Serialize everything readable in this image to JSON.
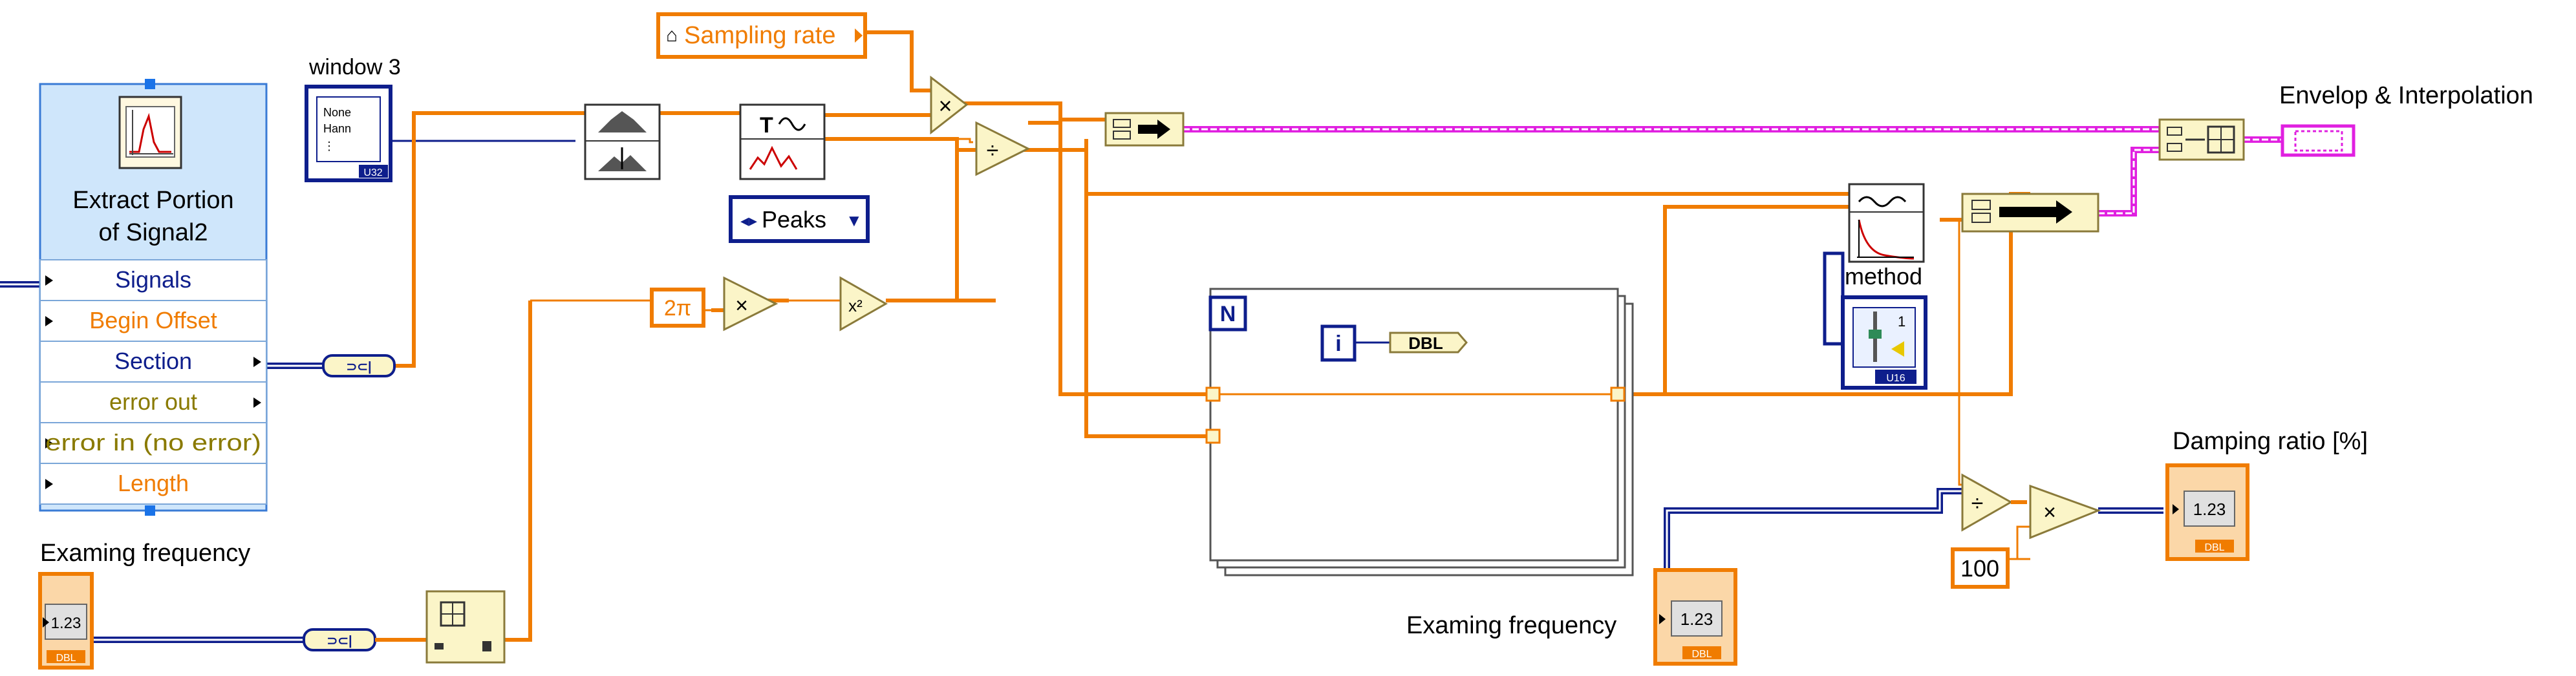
{
  "express_vi": {
    "title_line1": "Extract Portion",
    "title_line2": "of Signal2",
    "terminals": [
      {
        "label": "Signals",
        "color": "#0e1e8c",
        "arrow": "right"
      },
      {
        "label": "Begin Offset",
        "color": "#f07c00",
        "arrow": "right"
      },
      {
        "label": "Section",
        "color": "#0e1e8c",
        "arrow": "left"
      },
      {
        "label": "error out",
        "color": "#8a7a00",
        "arrow": "left"
      },
      {
        "label": "error in (no error)",
        "color": "#8a7a00",
        "arrow": "right"
      },
      {
        "label": "Length",
        "color": "#f07c00",
        "arrow": "right"
      }
    ]
  },
  "labels": {
    "window": "window 3",
    "sampling_rate": "Sampling rate",
    "peaks": "Peaks",
    "envelope": "Envelop & Interpolation",
    "method": "method",
    "damping_ratio": "Damping ratio [%]",
    "examing_frequency_left": "Examing frequency",
    "examing_frequency_bottom": "Examing frequency",
    "two_pi": "2π",
    "const_100": "100",
    "loop_n": "N",
    "loop_i": "i",
    "dbl": "DBL",
    "numeric_display": "1.23",
    "u32": "U32",
    "u16": "U16",
    "multiply": "×",
    "divide": "÷",
    "square": "x²",
    "window_items": [
      "None",
      "Hann",
      "⋮"
    ],
    "method_value": "1"
  },
  "colors": {
    "dbl_wire": "#f07c00",
    "int_wire": "#0e1e8c",
    "cluster_wire": "#e020e0",
    "express_bg": "#cfe6fb",
    "prim_fill": "#fbf5c8",
    "prim_stroke": "#8a7a3a",
    "loop_border": "#555555"
  },
  "icons": {
    "express_vi": "extract-signal-icon",
    "spectrum": "spectrum-icon",
    "peak_detector": "peak-detector-icon",
    "fit": "curve-fit-icon",
    "build_array": "build-array-icon",
    "unbundle": "unbundle-icon"
  }
}
